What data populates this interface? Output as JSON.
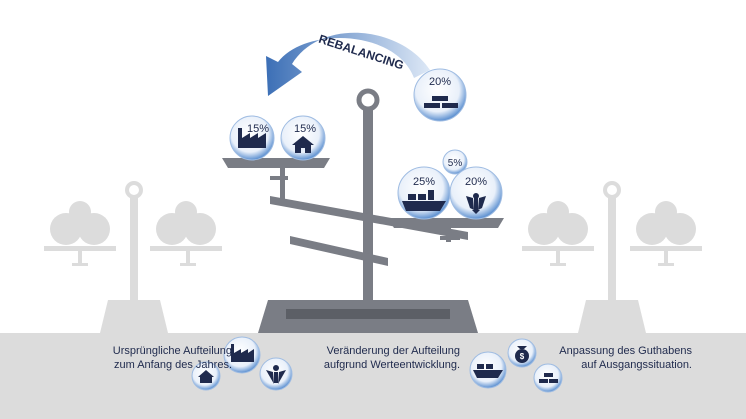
{
  "rebalancing_label": "REBALANCING",
  "top_bubble": {
    "value": "20%",
    "icon": "gold-bars-icon"
  },
  "left_pan": [
    {
      "value": "15%",
      "icon": "factory-icon"
    },
    {
      "value": "15%",
      "icon": "house-icon"
    }
  ],
  "right_pan": [
    {
      "value": "25%",
      "icon": "cargo-ship-icon"
    },
    {
      "value": "5%",
      "icon": ""
    },
    {
      "value": "20%",
      "icon": "federal-eagle-icon"
    }
  ],
  "captions": {
    "left": {
      "line1": "Ursprüngliche Aufteilung",
      "line2": "zum Anfang des Jahres."
    },
    "middle": {
      "line1": "Veränderung der Aufteilung",
      "line2": "aufgrund Werteentwicklung."
    },
    "right": {
      "line1": "Anpassung des Guthabens",
      "line2": "auf Ausgangssituation."
    }
  },
  "colors": {
    "navy": "#1f2a4d",
    "scale_gray": "#7a7d85",
    "light_gray": "#d9d9d9",
    "arrow_blue": "#3c6fb6",
    "bubble_blue": "#5b8fd0"
  }
}
